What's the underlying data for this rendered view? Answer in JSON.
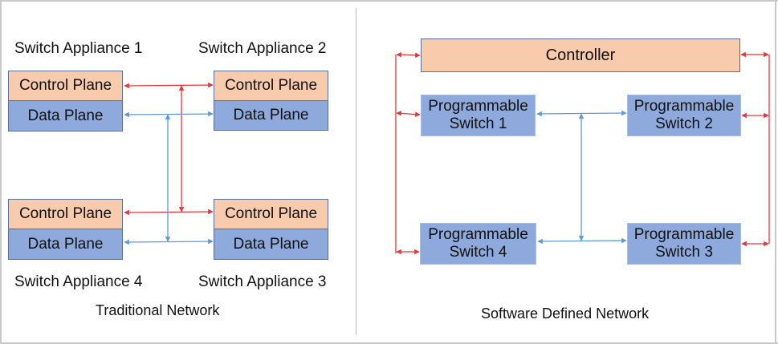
{
  "colors": {
    "control_plane_fill": "#f8cbad",
    "data_plane_fill": "#8ea9db",
    "control_link": "#e8353a",
    "data_link": "#5b9bd5"
  },
  "traditional": {
    "caption": "Traditional Network",
    "appliances": [
      {
        "label": "Switch Appliance 1",
        "control": "Control Plane",
        "data": "Data Plane"
      },
      {
        "label": "Switch Appliance 2",
        "control": "Control Plane",
        "data": "Data Plane"
      },
      {
        "label": "Switch Appliance 3",
        "control": "Control Plane",
        "data": "Data Plane"
      },
      {
        "label": "Switch Appliance 4",
        "control": "Control Plane",
        "data": "Data Plane"
      }
    ]
  },
  "sdn": {
    "caption": "Software Defined Network",
    "controller": "Controller",
    "switches": [
      {
        "line1": "Programmable",
        "line2": "Switch 1"
      },
      {
        "line1": "Programmable",
        "line2": "Switch 2"
      },
      {
        "line1": "Programmable",
        "line2": "Switch 3"
      },
      {
        "line1": "Programmable",
        "line2": "Switch 4"
      }
    ]
  }
}
